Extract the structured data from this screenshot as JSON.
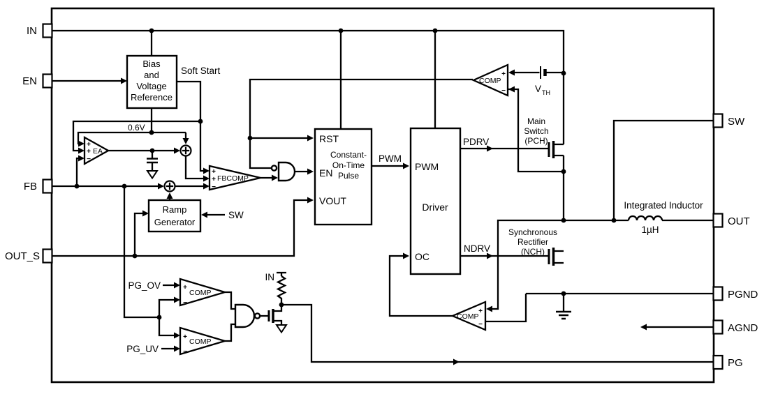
{
  "pins": {
    "left": [
      {
        "label": "IN"
      },
      {
        "label": "EN"
      },
      {
        "label": "FB"
      },
      {
        "label": "OUT_S"
      }
    ],
    "right": [
      {
        "label": "SW"
      },
      {
        "label": "OUT"
      },
      {
        "label": "PGND"
      },
      {
        "label": "AGND"
      },
      {
        "label": "PG"
      }
    ]
  },
  "blocks": {
    "bias": {
      "lines": [
        "Bias",
        "and",
        "Voltage",
        "Reference"
      ]
    },
    "cot": {
      "lines": [
        "Constant-",
        "On-Time",
        "Pulse"
      ],
      "ports": {
        "rst": "RST",
        "en": "EN",
        "vout": "VOUT"
      },
      "output": "PWM"
    },
    "driver": {
      "label": "Driver",
      "ports": {
        "pwm": "PWM",
        "oc": "OC"
      },
      "outputs": {
        "pdrv": "PDRV",
        "ndrv": "NDRV"
      }
    },
    "ramp": {
      "lines": [
        "Ramp",
        "Generator"
      ],
      "input": "SW"
    }
  },
  "amps": {
    "ea": "EA",
    "fbcomp": "FBCOMP",
    "comp": "COMP"
  },
  "labels": {
    "soft_start": "Soft Start",
    "vref": "0.6V",
    "vth_main": "V",
    "vth_sub": "TH",
    "pg_ov": "PG_OV",
    "pg_uv": "PG_UV",
    "in_pullup": "IN",
    "main_switch": [
      "Main",
      "Switch",
      "(PCH)"
    ],
    "sync_rect": [
      "Synchronous",
      "Rectifier",
      "(NCH)"
    ],
    "inductor": "Integrated Inductor",
    "inductance": "1µH",
    "plus": "+",
    "minus": "−"
  }
}
